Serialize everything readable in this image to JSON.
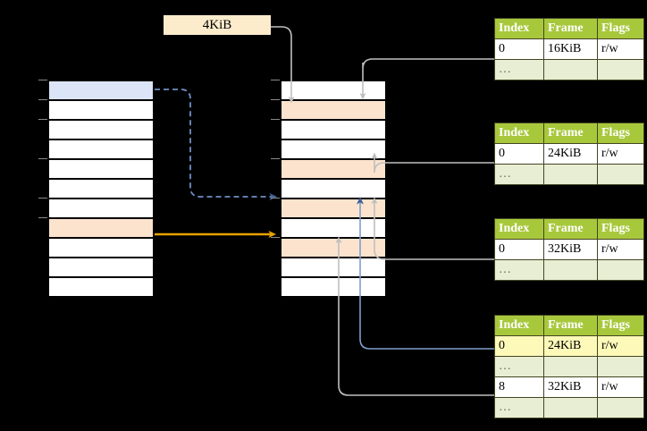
{
  "diagram": {
    "title": "multi-level-page-table-translation",
    "size_label": "4KiB",
    "colors": {
      "highlight_blue": "#dbe5f7",
      "highlight_orange": "#fce3cd",
      "highlight_yellow": "#fdf9b8",
      "table_header_green": "#a8c83c",
      "table_alt_row": "#e8eed4",
      "arrow_gray": "#bfbfbf",
      "arrow_blue": "#5b7fb9",
      "arrow_orange": "#e8a200",
      "label_bg": "#fdeccc"
    }
  },
  "left_column": {
    "name": "virtual-address-space",
    "row_count": 11,
    "rows": [
      {
        "index": 0,
        "fill": "blue"
      },
      {
        "index": 1,
        "fill": "white"
      },
      {
        "index": 2,
        "fill": "white"
      },
      {
        "index": 3,
        "fill": "white"
      },
      {
        "index": 4,
        "fill": "white"
      },
      {
        "index": 5,
        "fill": "white"
      },
      {
        "index": 6,
        "fill": "white"
      },
      {
        "index": 7,
        "fill": "orange"
      },
      {
        "index": 8,
        "fill": "white"
      },
      {
        "index": 9,
        "fill": "white"
      },
      {
        "index": 10,
        "fill": "white"
      }
    ]
  },
  "middle_column": {
    "name": "physical-memory",
    "row_count": 11,
    "rows": [
      {
        "index": 0,
        "fill": "white"
      },
      {
        "index": 1,
        "fill": "orange"
      },
      {
        "index": 2,
        "fill": "white"
      },
      {
        "index": 3,
        "fill": "white"
      },
      {
        "index": 4,
        "fill": "orange"
      },
      {
        "index": 5,
        "fill": "white"
      },
      {
        "index": 6,
        "fill": "orange"
      },
      {
        "index": 7,
        "fill": "white"
      },
      {
        "index": 8,
        "fill": "orange"
      },
      {
        "index": 9,
        "fill": "white"
      },
      {
        "index": 10,
        "fill": "white"
      }
    ]
  },
  "tables": [
    {
      "name": "page-table-1",
      "headers": [
        "Index",
        "Frame",
        "Flags"
      ],
      "rows": [
        {
          "cells": [
            "0",
            "16KiB",
            "r/w"
          ],
          "style": "normal",
          "highlight": [
            false,
            false,
            false
          ]
        },
        {
          "cells": [
            "…",
            "",
            ""
          ],
          "style": "alt",
          "highlight": [
            false,
            false,
            false
          ]
        }
      ]
    },
    {
      "name": "page-table-2",
      "headers": [
        "Index",
        "Frame",
        "Flags"
      ],
      "rows": [
        {
          "cells": [
            "0",
            "24KiB",
            "r/w"
          ],
          "style": "normal",
          "highlight": [
            false,
            false,
            false
          ]
        },
        {
          "cells": [
            "…",
            "",
            ""
          ],
          "style": "alt",
          "highlight": [
            false,
            false,
            false
          ]
        }
      ]
    },
    {
      "name": "page-table-3",
      "headers": [
        "Index",
        "Frame",
        "Flags"
      ],
      "rows": [
        {
          "cells": [
            "0",
            "32KiB",
            "r/w"
          ],
          "style": "normal",
          "highlight": [
            false,
            false,
            false
          ]
        },
        {
          "cells": [
            "…",
            "",
            ""
          ],
          "style": "alt",
          "highlight": [
            false,
            false,
            false
          ]
        }
      ]
    },
    {
      "name": "page-table-4",
      "headers": [
        "Index",
        "Frame",
        "Flags"
      ],
      "rows": [
        {
          "cells": [
            "0",
            "24KiB",
            "r/w"
          ],
          "style": "normal",
          "highlight": [
            true,
            true,
            true
          ]
        },
        {
          "cells": [
            "…",
            "",
            ""
          ],
          "style": "alt",
          "highlight": [
            false,
            false,
            false
          ]
        },
        {
          "cells": [
            "8",
            "32KiB",
            "r/w"
          ],
          "style": "normal",
          "highlight": [
            false,
            false,
            false
          ]
        },
        {
          "cells": [
            "…",
            "",
            ""
          ],
          "style": "alt",
          "highlight": [
            false,
            false,
            false
          ]
        }
      ]
    }
  ],
  "connectors": [
    {
      "name": "size-label-to-physical-row0",
      "color": "gray",
      "style": "solid"
    },
    {
      "name": "virtual-row0-to-physical-row6",
      "color": "blue",
      "style": "dashed"
    },
    {
      "name": "virtual-row7-to-physical-row8",
      "color": "orange",
      "style": "solid"
    },
    {
      "name": "page-table-1-to-physical-row1",
      "color": "gray",
      "style": "solid"
    },
    {
      "name": "page-table-2-to-physical-row4",
      "color": "gray",
      "style": "solid"
    },
    {
      "name": "page-table-3-to-physical-row6",
      "color": "gray",
      "style": "solid"
    },
    {
      "name": "page-table-3-to-physical-row8",
      "color": "gray",
      "style": "solid"
    },
    {
      "name": "page-table-4-row0-to-physical-row6",
      "color": "blue",
      "style": "solid"
    },
    {
      "name": "page-table-4-row8-to-physical-row8",
      "color": "gray",
      "style": "solid"
    }
  ]
}
